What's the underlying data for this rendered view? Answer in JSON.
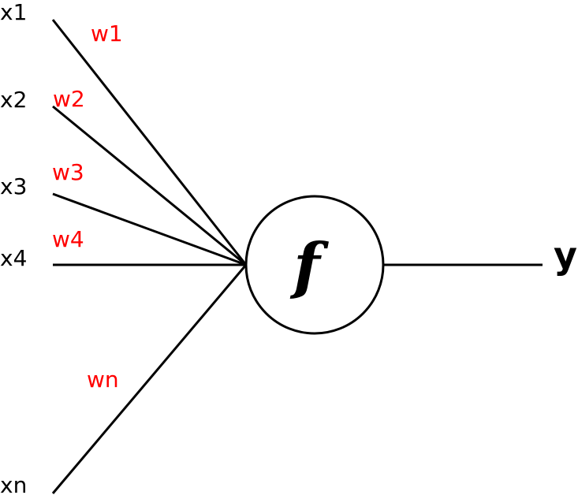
{
  "colors": {
    "line": "#000000",
    "weight_text": "#ff0000",
    "input_text": "#000000",
    "background": "#ffffff"
  },
  "inputs": [
    {
      "label": "x1",
      "weight": "w1"
    },
    {
      "label": "x2",
      "weight": "w2"
    },
    {
      "label": "x3",
      "weight": "w3"
    },
    {
      "label": "x4",
      "weight": "w4"
    },
    {
      "label": "xn",
      "weight": "wn"
    }
  ],
  "neuron": {
    "function_label": "f"
  },
  "output": {
    "label": "y"
  }
}
